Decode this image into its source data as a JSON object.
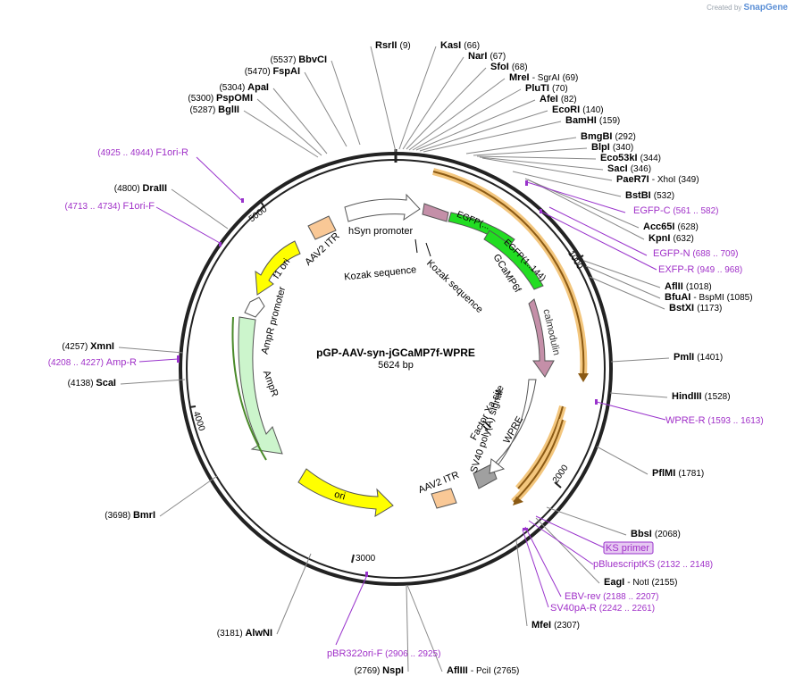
{
  "brand": {
    "prefix": "Created by",
    "name": "SnapGene"
  },
  "plasmid": {
    "name": "pGP-AAV-syn-jGCaMP7f-WPRE",
    "size": "5624 bp"
  },
  "backbone_ticks": [
    "1000",
    "2000",
    "3000",
    "4000",
    "5000"
  ],
  "feature_labels": [
    "hSyn promoter",
    "AAV2 ITR",
    "f1 ori",
    "AmpR promoter",
    "AmpR",
    "ori",
    "AAV2 ITR",
    "SV40 poly(A) signal",
    "WPRE",
    "Factor Xa site",
    "calmodulin",
    "GCaMP6f",
    "EGFP(...",
    "EGFP(1..144)",
    "Kozak sequence",
    "Kozak sequence"
  ],
  "enzymes": [
    {
      "name": "RsrII",
      "pos": "(9)"
    },
    {
      "name": "KasI",
      "pos": "(66)"
    },
    {
      "name": "NarI",
      "pos": "(67)"
    },
    {
      "name": "SfoI",
      "pos": "(68)"
    },
    {
      "name": "MreI",
      "pos": "- SgrAI",
      "extra": "(69)"
    },
    {
      "name": "PluTI",
      "pos": "(70)"
    },
    {
      "name": "AfeI",
      "pos": "(82)"
    },
    {
      "name": "EcoRI",
      "pos": "(140)"
    },
    {
      "name": "BamHI",
      "pos": "(159)"
    },
    {
      "name": "BmgBI",
      "pos": "(292)"
    },
    {
      "name": "BlpI",
      "pos": "(340)"
    },
    {
      "name": "Eco53kI",
      "pos": "(344)"
    },
    {
      "name": "SacI",
      "pos": "(346)"
    },
    {
      "name": "PaeR7I",
      "pos": "- XhoI",
      "extra": "(349)"
    },
    {
      "name": "BstBI",
      "pos": "(532)"
    },
    {
      "name": "Acc65I",
      "pos": "(628)"
    },
    {
      "name": "KpnI",
      "pos": "(632)"
    },
    {
      "name": "AflII",
      "pos": "(1018)"
    },
    {
      "name": "BfuAI",
      "pos": "- BspMI",
      "extra": "(1085)"
    },
    {
      "name": "BstXI",
      "pos": "(1173)"
    },
    {
      "name": "PmlI",
      "pos": "(1401)"
    },
    {
      "name": "HindIII",
      "pos": "(1528)"
    },
    {
      "name": "PflMI",
      "pos": "(1781)"
    },
    {
      "name": "BbsI",
      "pos": "(2068)"
    },
    {
      "name": "EagI",
      "pos": "- NotI",
      "extra": "(2155)"
    },
    {
      "name": "MfeI",
      "pos": "(2307)"
    },
    {
      "name": "AflIII",
      "pos": "- PciI",
      "extra": "(2765)"
    },
    {
      "name": "NspI",
      "pos": "(2769)",
      "left": true
    },
    {
      "name": "AlwNI",
      "pos": "(3181)",
      "left": true
    },
    {
      "name": "BmrI",
      "pos": "(3698)",
      "left": true
    },
    {
      "name": "ScaI",
      "pos": "(4138)",
      "left": true
    },
    {
      "name": "XmnI",
      "pos": "(4257)",
      "left": true
    },
    {
      "name": "DraIII",
      "pos": "(4800)",
      "left": true
    },
    {
      "name": "BglII",
      "pos": "(5287)",
      "left": true
    },
    {
      "name": "PspOMI",
      "pos": "(5300)",
      "left": true
    },
    {
      "name": "ApaI",
      "pos": "(5304)",
      "left": true
    },
    {
      "name": "FspAI",
      "pos": "(5470)",
      "left": true
    },
    {
      "name": "BbvCI",
      "pos": "(5537)",
      "left": true
    }
  ],
  "primers": [
    {
      "name": "F1ori-R",
      "range": "(4925 .. 4944)"
    },
    {
      "name": "F1ori-F",
      "range": "(4713 .. 4734)"
    },
    {
      "name": "Amp-R",
      "range": "(4208 .. 4227)"
    },
    {
      "name": "pBR322ori-F",
      "range": "(2906 .. 2925)"
    },
    {
      "name": "EGFP-C",
      "range": "(561 .. 582)"
    },
    {
      "name": "EGFP-N",
      "range": "(688 .. 709)"
    },
    {
      "name": "EXFP-R",
      "range": "(949 .. 968)"
    },
    {
      "name": "WPRE-R",
      "range": "(1593 .. 1613)"
    },
    {
      "name": "KS primer",
      "range": ""
    },
    {
      "name": "pBluescriptKS",
      "range": "(2132 .. 2148)"
    },
    {
      "name": "EBV-rev",
      "range": "(2188 .. 2207)"
    },
    {
      "name": "SV40pA-R",
      "range": "(2242 .. 2261)"
    }
  ],
  "colors": {
    "primer": "#a030c8",
    "enzyme": "#000000",
    "backbone": "#222222"
  }
}
